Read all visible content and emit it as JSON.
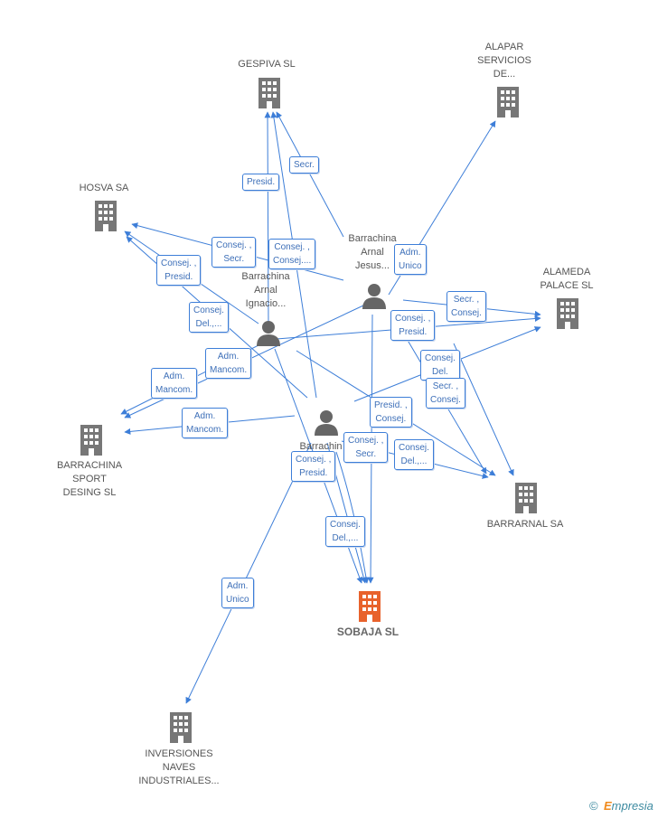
{
  "colors": {
    "edge": "#3d7ed8",
    "company": "#777777",
    "main_company": "#e8622c",
    "person": "#666666",
    "label": "#555555"
  },
  "nodes": {
    "gespiva": {
      "label": "GESPIVA SL",
      "icon": "building-icon"
    },
    "alapar": {
      "label": "ALAPAR\nSERVICIOS\nDE...",
      "icon": "building-icon"
    },
    "hosva": {
      "label": "HOSVA SA",
      "icon": "building-icon"
    },
    "alameda": {
      "label": "ALAMEDA\nPALACE SL",
      "icon": "building-icon"
    },
    "barrachina_sport": {
      "label": "BARRACHINA\nSPORT\nDESING SL",
      "icon": "building-icon"
    },
    "barrarnal": {
      "label": "BARRARNAL SA",
      "icon": "building-icon"
    },
    "sobaja": {
      "label": "SOBAJA SL",
      "icon": "building-icon"
    },
    "inversiones": {
      "label": "INVERSIONES\nNAVES\nINDUSTRIALES...",
      "icon": "building-icon"
    },
    "jesus": {
      "label": "Barrachina\nArnal\nJesus...",
      "icon": "person-icon"
    },
    "ignacio": {
      "label": "Barrachina\nArnal\nIgnacio...",
      "icon": "person-icon"
    },
    "third": {
      "label": "Barrachin",
      "icon": "person-icon"
    }
  },
  "edges": {
    "secr": "Secr.",
    "presid": "Presid.",
    "consej_secr": "Consej. ,\nSecr.",
    "consej_consej": "Consej. ,\nConsej....",
    "consej_presid_hosva": "Consej. ,\nPresid.",
    "consej_del_hosva": "Consej.\nDel.,...",
    "adm_unico_alapar": "Adm.\nUnico",
    "secr_consej_alameda": "Secr. ,\nConsej.",
    "consej_presid_alameda": "Consej. ,\nPresid.",
    "adm_mancom_1": "Adm.\nMancom.",
    "adm_mancom_2": "Adm.\nMancom.",
    "adm_mancom_3": "Adm.\nMancom.",
    "consej_del_barrarnal": "Consej.\nDel.",
    "secr_consej_barrarnal": "Secr. ,\nConsej.",
    "presid_consej": "Presid. ,\nConsej.",
    "consej_secr_sobaja": "Consej. ,\nSecr.",
    "consej_del_2": "Consej.\nDel.,...",
    "consej_presid_sobaja": "Consej. ,\nPresid.",
    "consej_del_sobaja": "Consej.\nDel.,...",
    "adm_unico_inv": "Adm.\nUnico"
  },
  "footer": {
    "copyright": "©",
    "brand_initial": "E",
    "brand_rest": "mpresia"
  }
}
